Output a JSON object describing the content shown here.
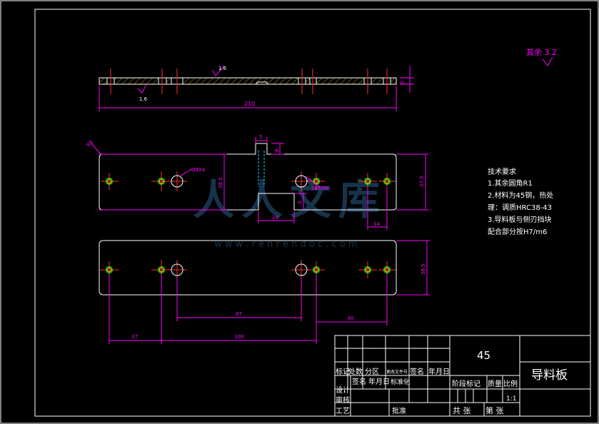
{
  "drawing": {
    "top_view": {
      "dim_length": "210",
      "dim_thickness": "5",
      "roughness_top": "1.6",
      "roughness_bottom": "1.6"
    },
    "plate1": {
      "chamfer": "R5",
      "dim_notch_width": "5",
      "dim_notch_depth": "8",
      "dim_height": "38.5",
      "dim_height_right": "37.5",
      "hole_large_callout": "Ø8X4",
      "hole_small_callout": "10XM6",
      "dim_step": "24",
      "dim_step_depth": "3",
      "dim_right_offset": "14"
    },
    "plate2": {
      "dim_height": "38.5",
      "dim_87": "87",
      "dim_60": "60",
      "dim_37": "37",
      "dim_109": "109"
    },
    "remaining_roughness": "其余 3.2",
    "tech_requirements": {
      "heading": "技术要求",
      "line1": "1.其余圆角R1",
      "line2": "2.材料为45钢，热处",
      "line3": "理：调质HRC38-43",
      "line4": "3.导料板与侧刃挡块",
      "line5": "配合部分按H7/m6"
    },
    "watermark": {
      "text": "人人文库",
      "url": "w w w . r e n r e n d o c . c o m"
    }
  },
  "title_block": {
    "material": "45",
    "part_name": "导料板",
    "scale": "1:1",
    "col_mark": "标记",
    "col_count": "处数",
    "col_zone": "分区",
    "col_change_doc": "更改文件号",
    "col_sign": "签名",
    "col_date": "年月日",
    "row_design": "设计",
    "row_sign2": "签名",
    "row_date2": "年月日",
    "row_std": "标准化",
    "row_check": "审核",
    "row_process": "工艺",
    "row_approve": "批准",
    "stage_mark": "阶段标记",
    "weight": "质量",
    "ratio": "比例",
    "sheets_total": "共 张",
    "sheet_no": "第 张"
  }
}
